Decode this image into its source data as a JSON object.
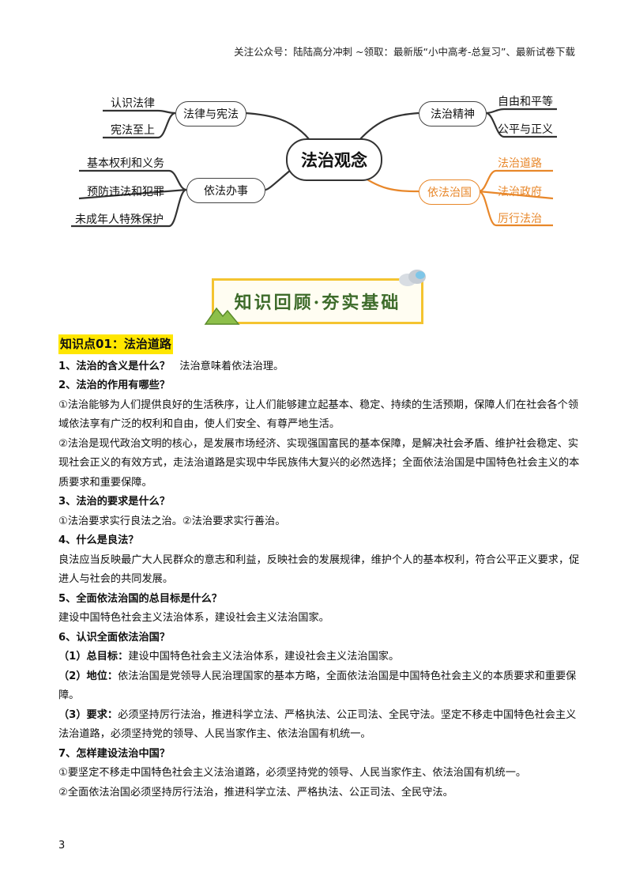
{
  "header": {
    "text": "关注公众号：陆陆高分冲刺  ~领取：最新版“小中高考-总复习”、最新试卷下载"
  },
  "mindmap": {
    "center": "法治观念",
    "branches": {
      "law_constitution": {
        "label": "法律与宪法",
        "leaves": [
          "认识法律",
          "宪法至上"
        ]
      },
      "spirit": {
        "label": "法治精神",
        "leaves": [
          "自由和平等",
          "公平与正义"
        ]
      },
      "act_by_law": {
        "label": "依法办事",
        "leaves": [
          "基本权利和义务",
          "预防违法和犯罪",
          "未成年人特殊保护"
        ]
      },
      "rule_country": {
        "label": "依法治国",
        "leaves": [
          "法治道路",
          "法治政府",
          "厉行法治"
        ]
      }
    },
    "accent_color": "#e8872a"
  },
  "banner": {
    "text": "知识回顾·夯实基础"
  },
  "section": {
    "title": "知识点01：法治道路",
    "q1": {
      "q": "1、法治的含义是什么？",
      "a": "法治意味着依法治理。"
    },
    "q2": {
      "q": "2、法治的作用有哪些？",
      "a1": "①法治能够为人们提供良好的生活秩序，让人们能够建立起基本、稳定、持续的生活预期，保障人们在社会各个领域依法享有广泛的权利和自由，使人们安全、有尊严地生活。",
      "a2": "②法治是现代政治文明的核心，是发展市场经济、实现强国富民的基本保障，是解决社会矛盾、维护社会稳定、实现社会正义的有效方式，走法治道路是实现中华民族伟大复兴的必然选择；全面依法治国是中国特色社会主义的本质要求和重要保障。"
    },
    "q3": {
      "q": "3、法治的要求是什么？",
      "a": "①法治要求实行良法之治。②法治要求实行善治。"
    },
    "q4": {
      "q": "4、什么是良法？",
      "a": "良法应当反映最广大人民群众的意志和利益，反映社会的发展规律，维护个人的基本权利，符合公平正义要求，促进人与社会的共同发展。"
    },
    "q5": {
      "q": "5、全面依法治国的总目标是什么？",
      "a": "建设中国特色社会主义法治体系，建设社会主义法治国家。"
    },
    "q6": {
      "q": "6、认识全面依法治国？",
      "i1_label": "（1）总目标：",
      "i1": "建设中国特色社会主义法治体系，建设社会主义法治国家。",
      "i2_label": "（2）地位：",
      "i2": "依法治国是党领导人民治理国家的基本方略，全面依法治国是中国特色社会主义的本质要求和重要保障。",
      "i3_label": "（3）要求：",
      "i3": "必须坚持厉行法治，推进科学立法、严格执法、公正司法、全民守法。坚定不移走中国特色社会主义法治道路，必须坚持党的领导、人民当家作主、依法治国有机统一。"
    },
    "q7": {
      "q": "7、怎样建设法治中国？",
      "a1": "①要坚定不移走中国特色社会主义法治道路，必须坚持党的领导、人民当家作主、依法治国有机统一。",
      "a2": "②全面依法治国必须坚持厉行法治，推进科学立法、严格执法、公正司法、全民守法。"
    }
  },
  "page_number": "3"
}
